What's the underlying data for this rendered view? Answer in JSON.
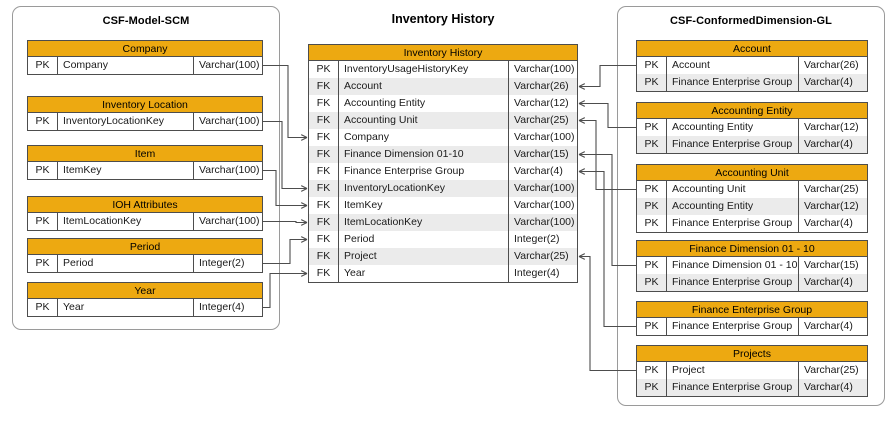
{
  "diagram": {
    "center_title": "Inventory History"
  },
  "panels": {
    "left": {
      "title": "CSF-Model-SCM",
      "tables": [
        {
          "name": "Company",
          "columns": [
            {
              "key": "PK",
              "field": "Company",
              "type": "Varchar(100)"
            }
          ]
        },
        {
          "name": "Inventory Location",
          "columns": [
            {
              "key": "PK",
              "field": "InventoryLocationKey",
              "type": "Varchar(100)"
            }
          ]
        },
        {
          "name": "Item",
          "columns": [
            {
              "key": "PK",
              "field": "ItemKey",
              "type": "Varchar(100)"
            }
          ]
        },
        {
          "name": "IOH Attributes",
          "columns": [
            {
              "key": "PK",
              "field": "ItemLocationKey",
              "type": "Varchar(100)"
            }
          ]
        },
        {
          "name": "Period",
          "columns": [
            {
              "key": "PK",
              "field": "Period",
              "type": "Integer(2)"
            }
          ]
        },
        {
          "name": "Year",
          "columns": [
            {
              "key": "PK",
              "field": "Year",
              "type": "Integer(4)"
            }
          ]
        }
      ]
    },
    "center": {
      "table": {
        "name": "Inventory History",
        "columns": [
          {
            "key": "PK",
            "field": "InventoryUsageHistoryKey",
            "type": "Varchar(100)"
          },
          {
            "key": "FK",
            "field": "Account",
            "type": "Varchar(26)"
          },
          {
            "key": "FK",
            "field": "Accounting Entity",
            "type": "Varchar(12)"
          },
          {
            "key": "FK",
            "field": "Accounting Unit",
            "type": "Varchar(25)"
          },
          {
            "key": "FK",
            "field": "Company",
            "type": "Varchar(100)"
          },
          {
            "key": "FK",
            "field": "Finance Dimension 01-10",
            "type": "Varchar(15)"
          },
          {
            "key": "FK",
            "field": "Finance Enterprise Group",
            "type": "Varchar(4)"
          },
          {
            "key": "FK",
            "field": "InventoryLocationKey",
            "type": "Varchar(100)"
          },
          {
            "key": "FK",
            "field": "ItemKey",
            "type": "Varchar(100)"
          },
          {
            "key": "FK",
            "field": "ItemLocationKey",
            "type": "Varchar(100)"
          },
          {
            "key": "FK",
            "field": "Period",
            "type": "Integer(2)"
          },
          {
            "key": "FK",
            "field": "Project",
            "type": "Varchar(25)"
          },
          {
            "key": "FK",
            "field": "Year",
            "type": "Integer(4)"
          }
        ]
      }
    },
    "right": {
      "title": "CSF-ConformedDimension-GL",
      "tables": [
        {
          "name": "Account",
          "columns": [
            {
              "key": "PK",
              "field": "Account",
              "type": "Varchar(26)"
            },
            {
              "key": "PK",
              "field": "Finance Enterprise Group",
              "type": "Varchar(4)"
            }
          ]
        },
        {
          "name": "Accounting Entity",
          "columns": [
            {
              "key": "PK",
              "field": "Accounting Entity",
              "type": "Varchar(12)"
            },
            {
              "key": "PK",
              "field": "Finance Enterprise Group",
              "type": "Varchar(4)"
            }
          ]
        },
        {
          "name": "Accounting Unit",
          "columns": [
            {
              "key": "PK",
              "field": "Accounting Unit",
              "type": "Varchar(25)"
            },
            {
              "key": "PK",
              "field": "Accounting Entity",
              "type": "Varchar(12)"
            },
            {
              "key": "PK",
              "field": "Finance Enterprise Group",
              "type": "Varchar(4)"
            }
          ]
        },
        {
          "name": "Finance Dimension 01 - 10",
          "columns": [
            {
              "key": "PK",
              "field": "Finance Dimension 01 - 10",
              "type": "Varchar(15)"
            },
            {
              "key": "PK",
              "field": "Finance Enterprise Group",
              "type": "Varchar(4)"
            }
          ]
        },
        {
          "name": "Finance Enterprise Group",
          "columns": [
            {
              "key": "PK",
              "field": "Finance Enterprise Group",
              "type": "Varchar(4)"
            }
          ]
        },
        {
          "name": "Projects",
          "columns": [
            {
              "key": "PK",
              "field": "Project",
              "type": "Varchar(25)"
            },
            {
              "key": "PK",
              "field": "Finance Enterprise Group",
              "type": "Varchar(4)"
            }
          ]
        }
      ]
    }
  },
  "colors": {
    "header_orange": "#eda911",
    "row_alt": "#ebebeb",
    "border": "#4d4d4d",
    "panel_border": "#9a9a9a"
  }
}
